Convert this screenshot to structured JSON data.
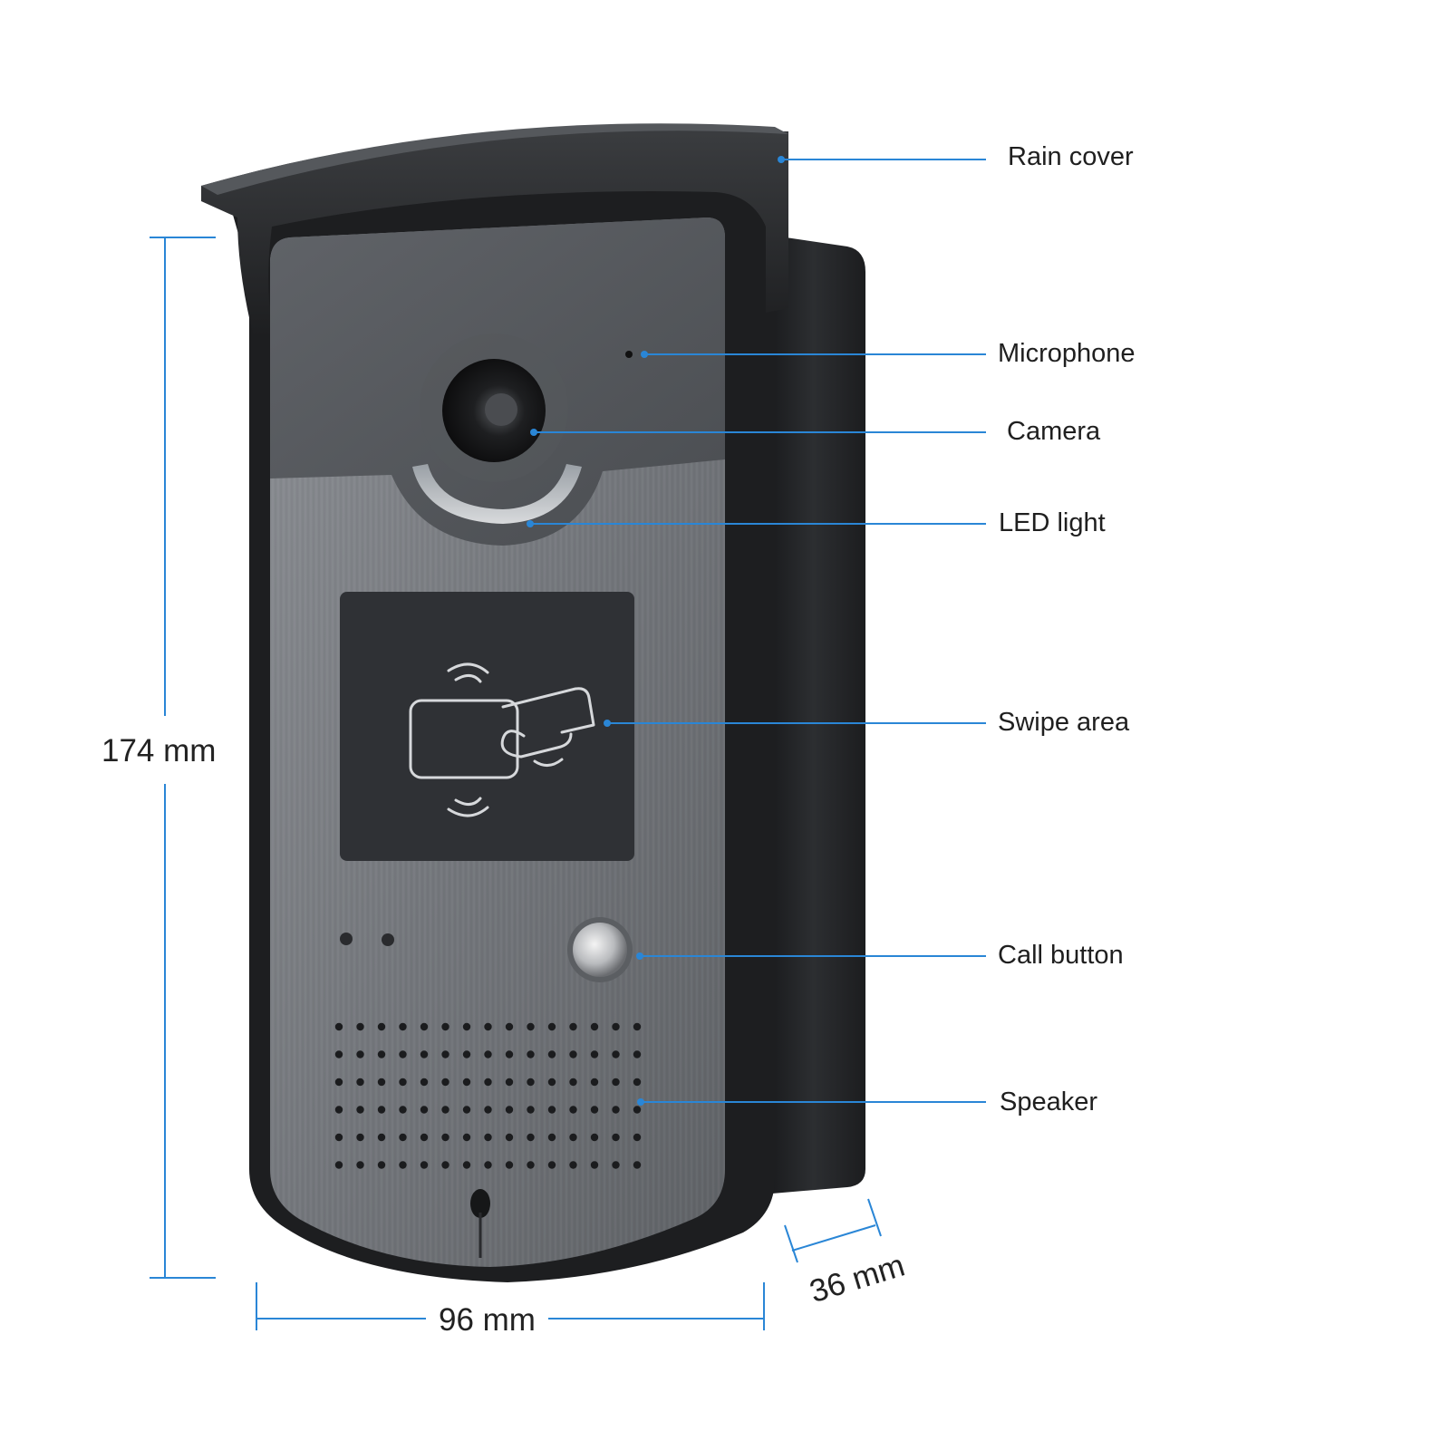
{
  "colors": {
    "accent": "#2a86d6",
    "device_body": "#26282b",
    "faceplate": "#7a7d82",
    "reader_panel": "#303236",
    "label_text": "#1f1f1f"
  },
  "callouts": [
    {
      "id": "rain-cover",
      "label": "Rain cover"
    },
    {
      "id": "microphone",
      "label": "Microphone"
    },
    {
      "id": "camera",
      "label": "Camera"
    },
    {
      "id": "led-light",
      "label": "LED light"
    },
    {
      "id": "swipe-area",
      "label": "Swipe area"
    },
    {
      "id": "call-button",
      "label": "Call button"
    },
    {
      "id": "speaker",
      "label": "Speaker"
    }
  ],
  "dimensions": {
    "height": "174 mm",
    "width": "96 mm",
    "depth": "36 mm"
  },
  "icons": {
    "swipe_card": "card-swipe-hand-icon"
  }
}
